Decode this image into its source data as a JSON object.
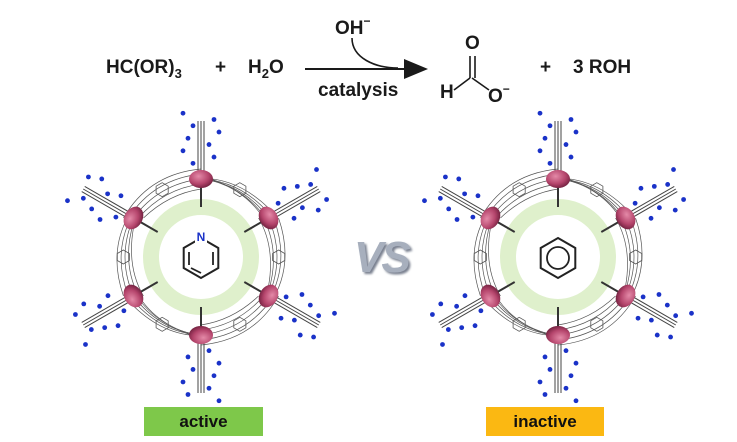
{
  "reaction": {
    "reactant1_main": "HC(OR)",
    "reactant1_sub": "3",
    "plus1": "+",
    "reactant2_main": "H",
    "reactant2_sub": "2",
    "reactant2_tail": "O",
    "above_arrow_main": "OH",
    "above_arrow_sup": "−",
    "below_arrow": "catalysis",
    "formate_O_top": "O",
    "formate_H": "H",
    "formate_O_right": "O",
    "formate_charge": "−",
    "plus2": "+",
    "product2": "3 ROH"
  },
  "guest_left_atom": "N",
  "vs_label": "VS",
  "labels": {
    "active": "active",
    "inactive": "inactive"
  },
  "colors": {
    "active": "#7ec84a",
    "inactive": "#fbb812",
    "pore_glow": "#dff0cc",
    "metal_node": "#b5456c",
    "nitrogen": "#1a32c8",
    "framework_line": "#555555"
  }
}
